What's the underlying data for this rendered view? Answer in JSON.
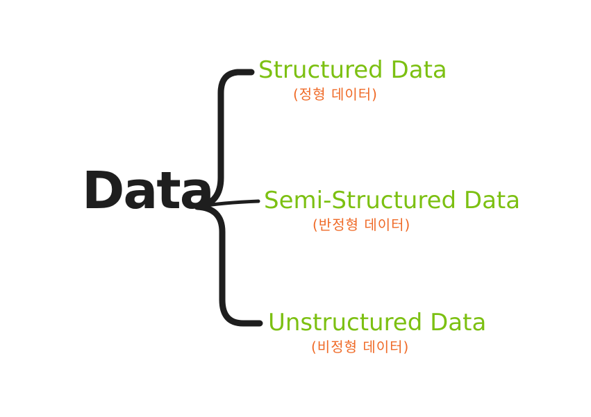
{
  "diagram": {
    "root": "Data",
    "branches": [
      {
        "title": "Structured Data",
        "subtitle": "(정형 데이터)"
      },
      {
        "title": "Semi-Structured Data",
        "subtitle": "(반정형 데이터)"
      },
      {
        "title": "Unstructured Data",
        "subtitle": "(비정형 데이터)"
      }
    ],
    "colors": {
      "root": "#1e1e1e",
      "brace": "#1e1e1e",
      "branch_title": "#7cc012",
      "branch_subtitle": "#ef6a27"
    }
  }
}
